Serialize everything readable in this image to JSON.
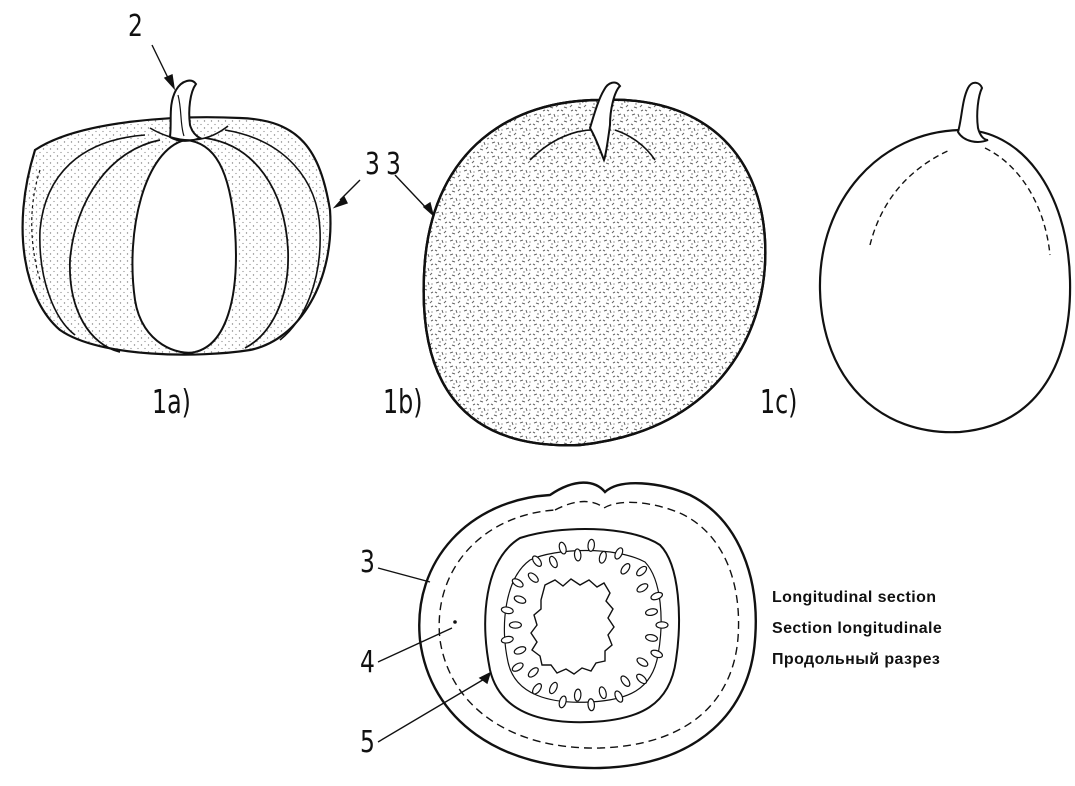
{
  "figure": {
    "panels": [
      {
        "id": "1a",
        "caption": "1a)"
      },
      {
        "id": "1b",
        "caption": "1b)"
      },
      {
        "id": "1c",
        "caption": "1c)"
      }
    ],
    "callouts": {
      "stem": "2",
      "rind_top_left": "3",
      "rind_top_right": "3",
      "rind_section": "3",
      "flesh_section": "4",
      "seeds_section": "5"
    },
    "legend": [
      "Longitudinal section",
      "Section longitudinale",
      "Продольный разрез"
    ]
  }
}
